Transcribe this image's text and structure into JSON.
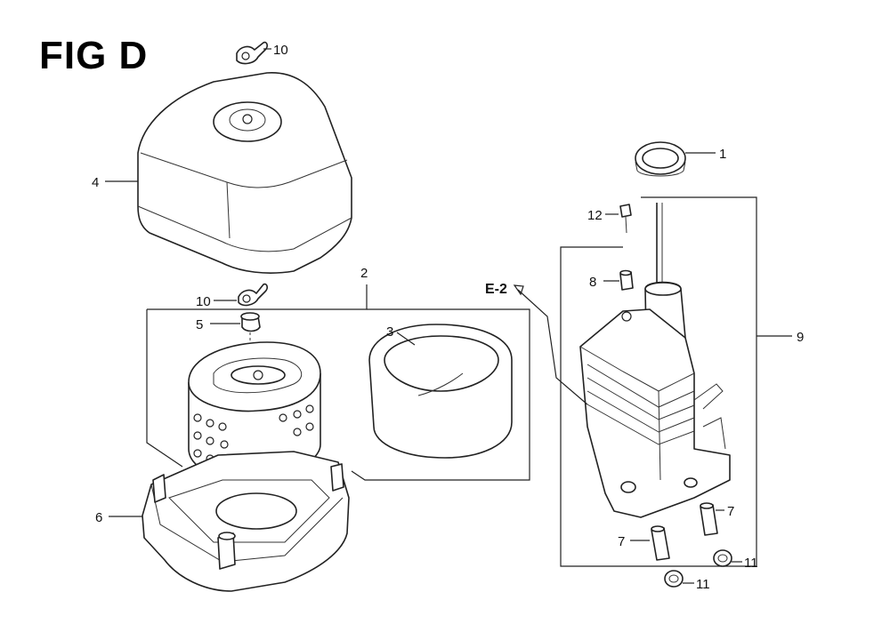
{
  "figure_title": "FIG D",
  "callouts": {
    "c1": "1",
    "c2": "2",
    "c3": "3",
    "c4": "4",
    "c5": "5",
    "c6": "6",
    "c7a": "7",
    "c7b": "7",
    "c8": "8",
    "c9": "9",
    "c10a": "10",
    "c10b": "10",
    "c11a": "11",
    "c11b": "11",
    "c12": "12"
  },
  "reference": "E-2"
}
